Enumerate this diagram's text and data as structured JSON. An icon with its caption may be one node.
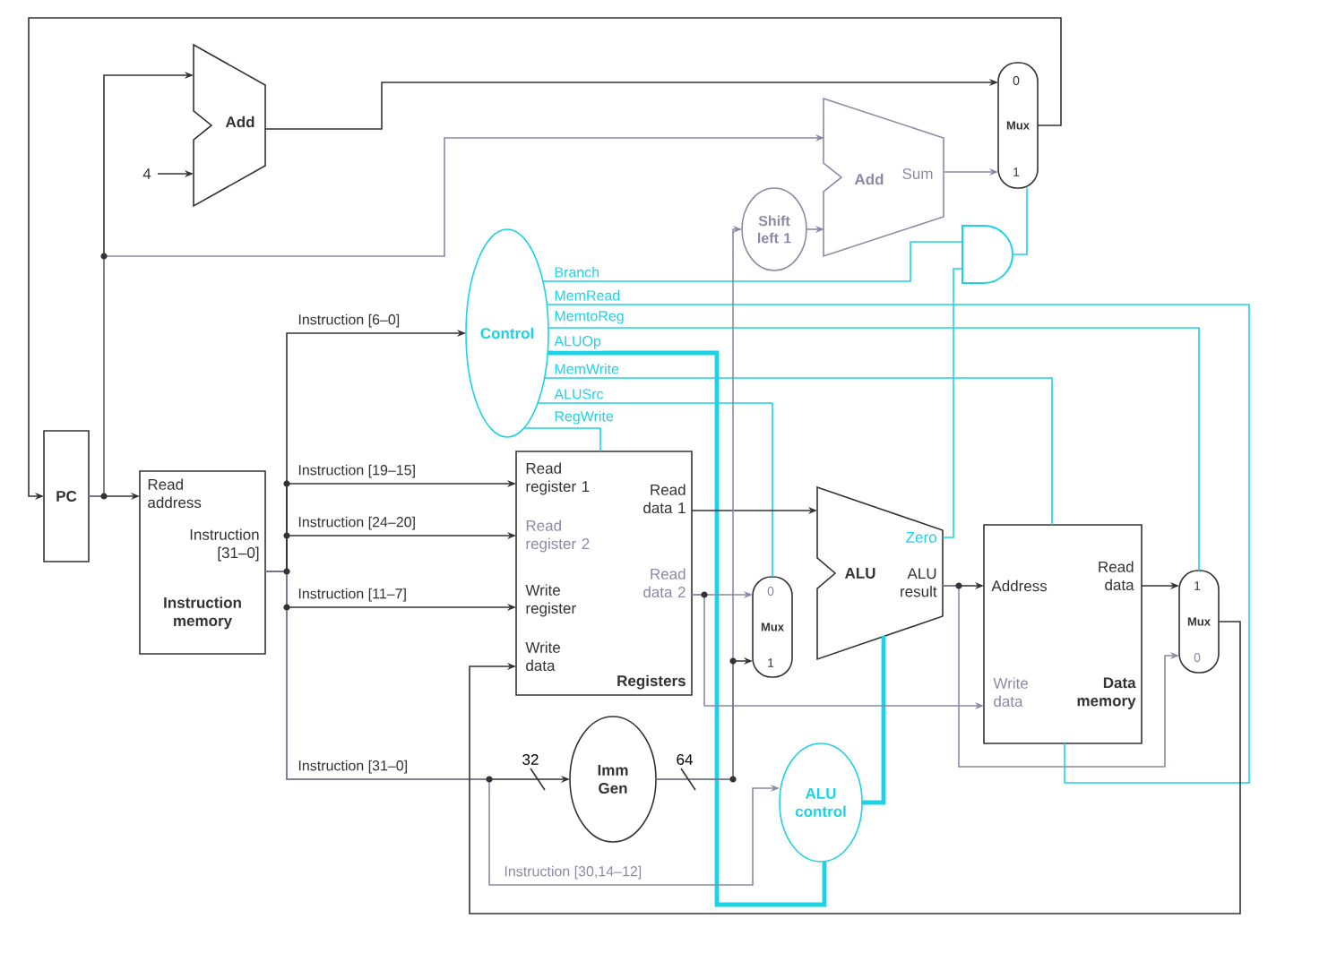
{
  "diagram": {
    "nodes": [
      {
        "text": [
          "PC"
        ]
      },
      {
        "text": [
          "Read address",
          "Instruction [31–0]",
          "Instruction memory"
        ]
      },
      {
        "text": [
          "Add"
        ]
      },
      {
        "text": [
          "4"
        ]
      },
      {
        "text": [
          "0",
          "Mux",
          "1"
        ]
      },
      {
        "text": [
          "Add",
          "Sum"
        ]
      },
      {
        "text": [
          "Shift left 1"
        ]
      },
      {
        "text": [],
        "shape": "gate"
      },
      {
        "text": [
          "Control"
        ]
      },
      {
        "text": [
          "Read register 1",
          "Read register 2",
          "Write register",
          "Write data",
          "Read data 1",
          "Read data 2",
          "Registers"
        ]
      },
      {
        "text": [
          "Imm Gen"
        ]
      },
      {
        "text": [
          "0",
          "Mux",
          "1"
        ]
      },
      {
        "text": [
          "ALU",
          "Zero",
          "ALU result"
        ]
      },
      {
        "text": [
          "ALU control"
        ]
      },
      {
        "text": [
          "Address",
          "Read data",
          "Write data",
          "Data memory"
        ]
      },
      {
        "text": [
          "1",
          "Mux",
          "0"
        ]
      }
    ],
    "edges": [
      {
        "from": 0,
        "to": 1,
        "arrow": "to"
      },
      {
        "from": 0,
        "to": 2,
        "arrow": "to"
      },
      {
        "from": 3,
        "to": 2,
        "arrow": "to"
      },
      {
        "from": 2,
        "to": 4,
        "arrow": "to"
      },
      {
        "from": 0,
        "to": 5,
        "arrow": "to",
        "color": "#8a8aa6"
      },
      {
        "from": 4,
        "to": 0,
        "arrow": "to"
      },
      {
        "from": 6,
        "to": 5,
        "arrow": "to",
        "color": "#8a8aa6"
      },
      {
        "from": 5,
        "to": 4,
        "arrow": "to",
        "color": "#8a8aa6"
      },
      {
        "from": 7,
        "to": 4,
        "arrow": "none",
        "color": "#1ed2e6"
      },
      {
        "from": 8,
        "to": 7,
        "arrow": "none",
        "label": "Branch",
        "color": "#1ed2e6"
      },
      {
        "from": 8,
        "to": 14,
        "arrow": "none",
        "label": "MemRead",
        "color": "#1ed2e6"
      },
      {
        "from": 8,
        "to": 15,
        "arrow": "none",
        "label": "MemtoReg",
        "color": "#1ed2e6"
      },
      {
        "from": 8,
        "to": 13,
        "arrow": "none",
        "label": "ALUOp",
        "color": "#1ed2e6",
        "style": "thick"
      },
      {
        "from": 8,
        "to": 14,
        "arrow": "none",
        "label": "MemWrite",
        "color": "#1ed2e6"
      },
      {
        "from": 8,
        "to": 11,
        "arrow": "none",
        "label": "ALUSrc",
        "color": "#1ed2e6"
      },
      {
        "from": 8,
        "to": 9,
        "arrow": "none",
        "label": "RegWrite",
        "color": "#1ed2e6"
      },
      {
        "from": 12,
        "to": 7,
        "arrow": "none",
        "color": "#1ed2e6"
      },
      {
        "from": 13,
        "to": 12,
        "arrow": "none",
        "color": "#1ed2e6",
        "style": "thick"
      },
      {
        "from": 1,
        "to": 8,
        "arrow": "to",
        "label": "Instruction [6–0]"
      },
      {
        "from": 1,
        "to": 9,
        "arrow": "to",
        "label": "Instruction [19–15]"
      },
      {
        "from": 1,
        "to": 9,
        "arrow": "to",
        "label": "Instruction [24–20]"
      },
      {
        "from": 1,
        "to": 9,
        "arrow": "to",
        "label": "Instruction [11–7]"
      },
      {
        "from": 1,
        "to": 10,
        "arrow": "to",
        "label": "Instruction [31–0]"
      },
      {
        "from": 1,
        "to": 13,
        "arrow": "to",
        "label": "Instruction [30,14–12]",
        "color": "#8a8aa6"
      },
      {
        "from": 9,
        "to": 12,
        "arrow": "to"
      },
      {
        "from": 9,
        "to": 11,
        "arrow": "to",
        "color": "#8a8aa6"
      },
      {
        "from": 9,
        "to": 14,
        "arrow": "to",
        "color": "#8a8aa6"
      },
      {
        "from": 10,
        "to": 11,
        "arrow": "to"
      },
      {
        "from": 10,
        "to": 6,
        "arrow": "to",
        "color": "#8a8aa6"
      },
      {
        "from": 12,
        "to": 14,
        "arrow": "to"
      },
      {
        "from": 12,
        "to": 15,
        "arrow": "to",
        "color": "#8a8aa6"
      },
      {
        "from": 14,
        "to": 15,
        "arrow": "to"
      },
      {
        "from": 15,
        "to": 9,
        "arrow": "to"
      }
    ],
    "labels": [
      "32",
      "64"
    ]
  }
}
